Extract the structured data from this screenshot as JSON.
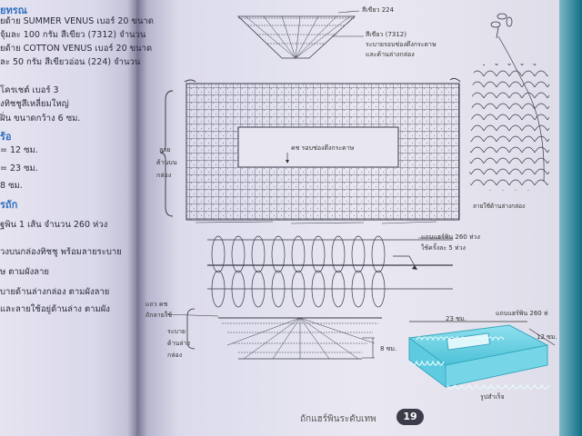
{
  "left": {
    "lines": [
      "ยทรณ",
      "ยด้าย SUMMER VENUS เบอร์ 20 ขนาด",
      "จุ้มละ 100 กรัม สีเขียว (7312) จำนวน",
      "ยด้าย COTTON VENUS เบอร์ 20 ขนาด",
      "ละ 50 กรัม สีเขียวอ่อน (224) จำนวน",
      "โครเชต์ เบอร์ 3",
      "งทิชชูสีเหลี่ยมใหญ่",
      "ฝิ่น ขนาดกว้าง 6 ซม.",
      "ร้อ",
      "=  12  ซม.",
      "=  23  ซม.",
      "    8   ซม.",
      "รถัก",
      "ฐพิน  1  เส้น  จำนวน 260 ห่วง",
      "วงบนกล่องทิชชู พร้อมลายระบาย",
      "ษ ตามผังลาย",
      "บายด้านล่างกล่อง ตามผังลาย",
      "และลายใช้อยู่ด้านล่าง ตามผัง"
    ]
  },
  "right": {
    "label_green224": "สีเขียว 224",
    "label_green7312": "สีเขียว (7312)",
    "label_ruffle_top_1": "ระบายรอบช่องดึงกระดาษ",
    "label_ruffle_top_2": "และด้านล่างกล่อง",
    "label_side_1": "ลาย",
    "label_side_2": "ด้านบน",
    "label_side_3": "กล่อง",
    "label_center": "คช รอบช่องดึงกระดาษ",
    "label_bottom_pattern": "ลายใช้ด้านล่างกล่อง",
    "label_hairpin_1": "แถบแฮร์พิน 260 ห่วง",
    "label_hairpin_2": "ใช้ครั้งละ 5 ห่วง",
    "label_row_1": "แถว คช",
    "label_row_2": "ถักลายใช้",
    "label_ruffle_1": "ระบาย",
    "label_ruffle_2": "ด้านล่าง",
    "label_ruffle_3": "กล่อง",
    "dim_23": "23 ซม.",
    "dim_12": "12 ซม.",
    "dim_8": "8 ซม.",
    "label_hairpin_260": "แถบแฮร์พิน 260 ห่",
    "label_finished": "รูปสำเร็จ",
    "footer_title": "ถักแฮร์พินระดับเทพ",
    "page_number": "19"
  },
  "colors": {
    "accent_blue": "#2f6fbf",
    "box_cyan": "#6fd3e6",
    "edge_teal": "#0e6f86"
  }
}
